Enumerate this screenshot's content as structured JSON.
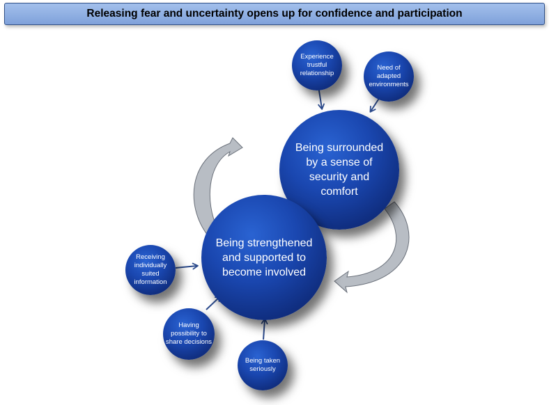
{
  "banner": {
    "title": "Releasing fear and uncertainty opens up for confidence and participation"
  },
  "nodes": {
    "security": {
      "text": "Being surrounded by a sense of security and comfort"
    },
    "strengthened": {
      "text": "Being strengthened and supported to become involved"
    },
    "trustful": {
      "text": "Experience trustful relationship"
    },
    "adapted": {
      "text": "Need of adapted environments"
    },
    "information": {
      "text": "Receiving individually suited information"
    },
    "decisions": {
      "text": "Having possibility to share decisions"
    },
    "seriously": {
      "text": "Being taken seriously"
    }
  },
  "colors": {
    "node_blue": "#1a47b0",
    "banner_blue": "#8eacdf",
    "arrow_blue": "#2b4a8c",
    "cycle_arrow_fill": "#b8bdc4"
  }
}
